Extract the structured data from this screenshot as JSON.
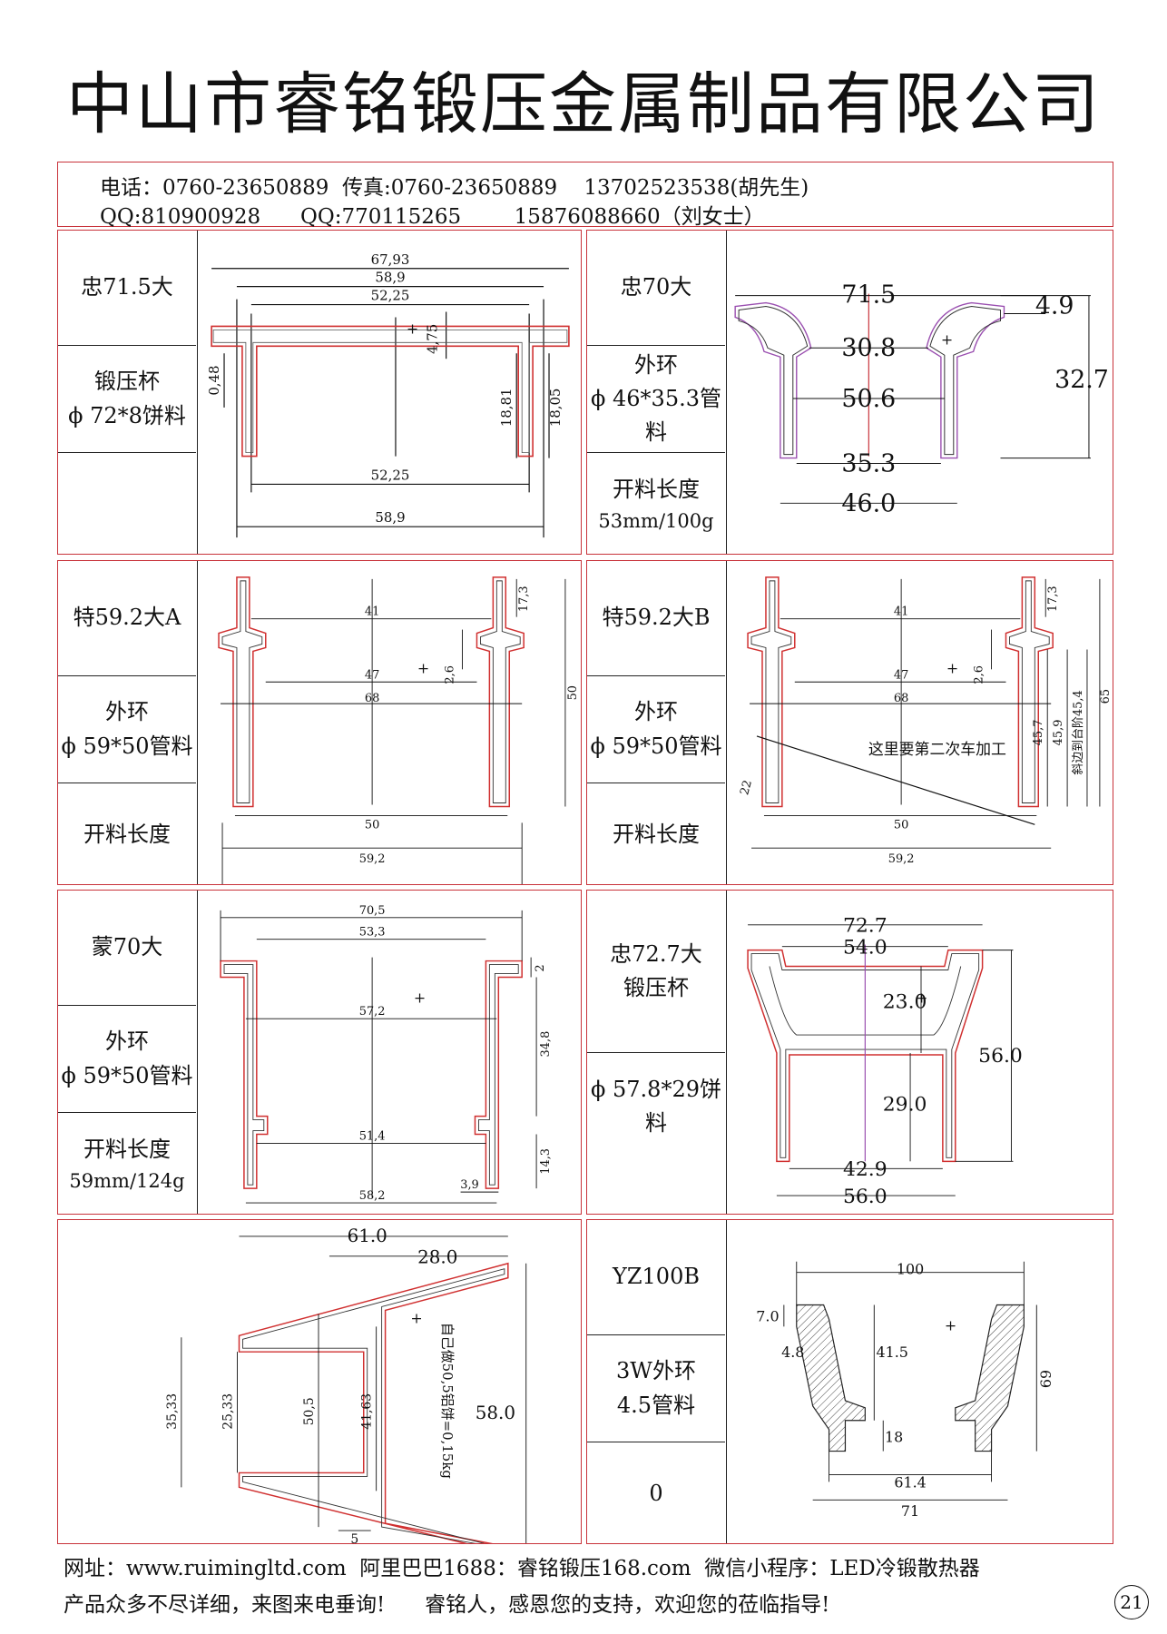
{
  "title": "中山市睿铭锻压金属制品有限公司",
  "contact": {
    "line1": "电话：0760-23650889  传真:0760-23650889    13702523538(胡先生)",
    "line2": "QQ:810900928      QQ:770115265        15876088660（刘女士）"
  },
  "panels": {
    "p1": {
      "labels": [
        "忠71.5大",
        "锻压杯",
        "ϕ 72*8饼料",
        ""
      ],
      "dims": [
        "67,93",
        "58,9",
        "52,25",
        "4,75",
        "0,48",
        "18,81",
        "18,05",
        "52,25",
        "58,9"
      ]
    },
    "p2": {
      "labels": [
        "忠70大",
        "外环",
        "ϕ 46*35.3管料",
        "开料长度",
        "53mm/100g"
      ],
      "dims": [
        "71.5",
        "4.9",
        "30.8",
        "32.7",
        "50.6",
        "35.3",
        "46.0"
      ]
    },
    "p3": {
      "labels": [
        "特59.2大A",
        "外环",
        "ϕ 59*50管料",
        "开料长度"
      ],
      "dims": [
        "41",
        "17,3",
        "2,6",
        "47",
        "68",
        "50",
        "50",
        "59,2"
      ]
    },
    "p4": {
      "labels": [
        "特59.2大B",
        "外环",
        "ϕ 59*50管料",
        "开料长度"
      ],
      "dims": [
        "41",
        "17,3",
        "2,6",
        "47",
        "68",
        "这里要第二次车加工",
        "22",
        "45,7",
        "45,9",
        "斜边到台阶45,4",
        "65",
        "50",
        "59,2"
      ]
    },
    "p5": {
      "labels": [
        "蒙70大",
        "外环",
        "ϕ 59*50管料",
        "开料长度",
        "59mm/124g"
      ],
      "dims": [
        "70,5",
        "53,3",
        "2",
        "57,2",
        "34,8",
        "51,4",
        "14,3",
        "3,9",
        "58,2"
      ]
    },
    "p6": {
      "labels": [
        "忠72.7大",
        "锻压杯",
        "ϕ 57.8*29饼料"
      ],
      "dims": [
        "72.7",
        "54.0",
        "23.0",
        "56.0",
        "29.0",
        "42.9",
        "56.0"
      ]
    },
    "p7": {
      "labels": [],
      "dims": [
        "61.0",
        "28.0",
        "35,33",
        "25,33",
        "50,5",
        "41,63",
        "58.0",
        "5",
        "自己做50,5铝饼=0,15kg"
      ]
    },
    "p8": {
      "labels": [
        "YZ100B",
        "3W外环",
        "4.5管料",
        "0"
      ],
      "dims": [
        "100",
        "7.0",
        "4.8",
        "41.5",
        "69",
        "18",
        "61.4",
        "71"
      ]
    }
  },
  "footer": {
    "line1": "网址：www.ruimingltd.com  阿里巴巴1688：睿铭锻压168.com  微信小程序：LED冷锻散热器",
    "line2": "产品众多不尽详细，来图来电垂询!      睿铭人，感恩您的支持，欢迎您的莅临指导!",
    "page": "21"
  },
  "colors": {
    "border": "#c8323a",
    "outline_red": "#d03030",
    "dim_line": "#111111",
    "axis_purple": "#9a4fb0"
  }
}
